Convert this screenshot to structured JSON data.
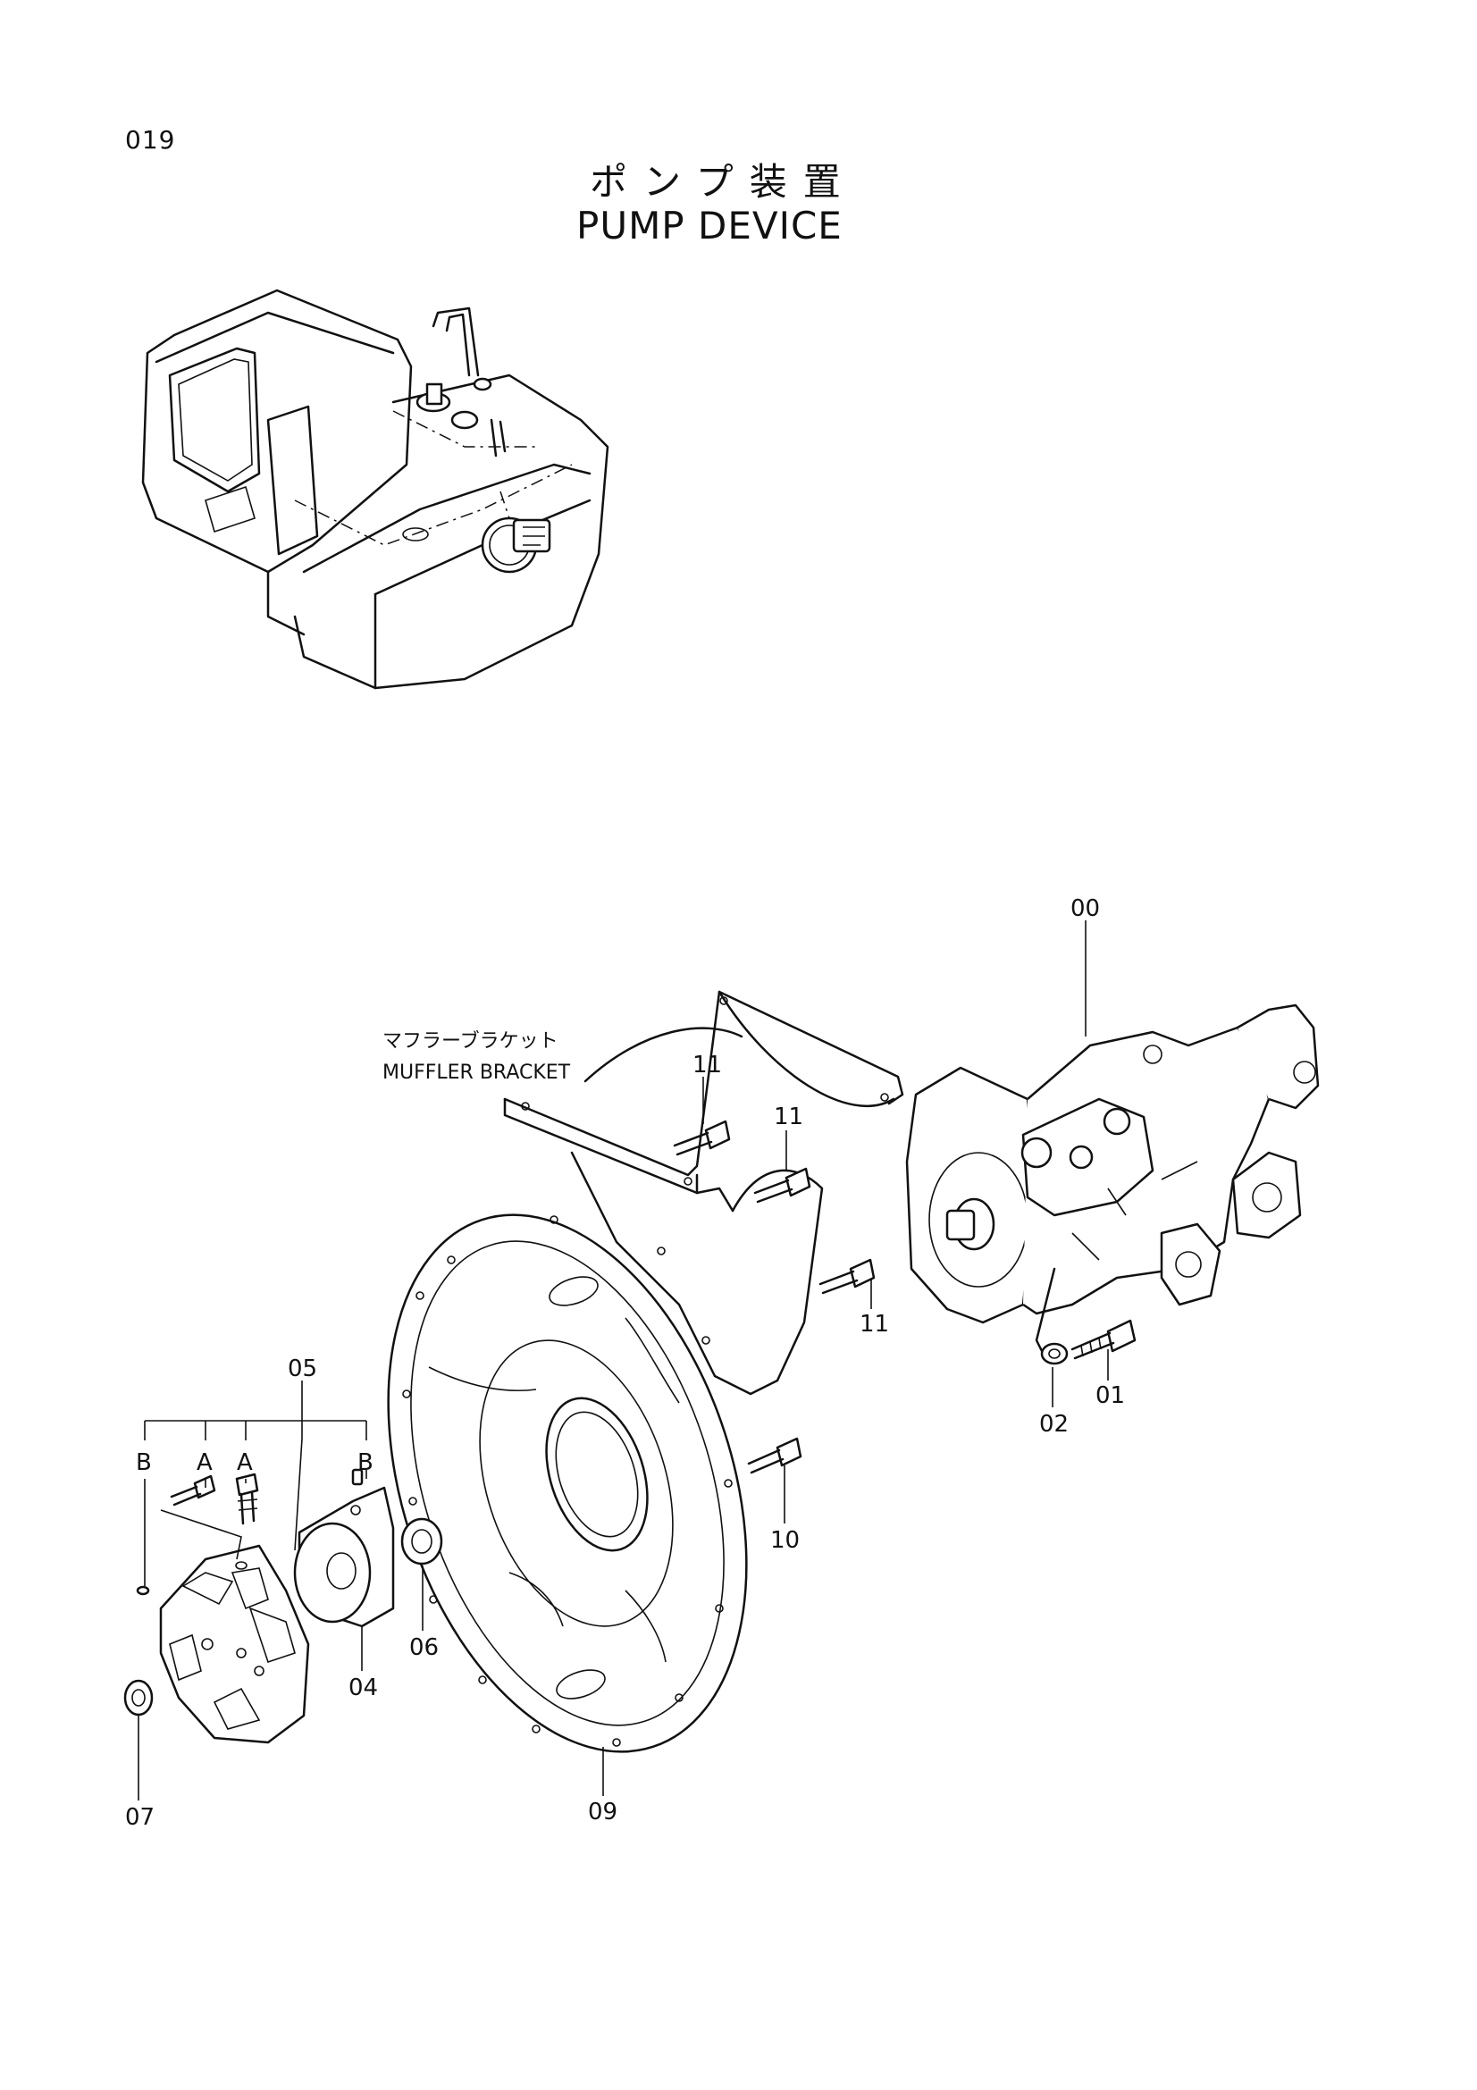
{
  "page_number": "019",
  "title_jp": "ポンプ装置",
  "title_en": "PUMP DEVICE",
  "callouts": {
    "muffler_bracket_jp": "マフラーブラケット",
    "muffler_bracket_en": "MUFFLER  BRACKET",
    "c00": "00",
    "c01": "01",
    "c02": "02",
    "c04": "04",
    "c05": "05",
    "c06": "06",
    "c07": "07",
    "c09": "09",
    "c10": "10",
    "c11a": "11",
    "c11b": "11",
    "c11c": "11",
    "ref_b1": "B",
    "ref_a1": "A",
    "ref_a2": "A",
    "ref_b2": "B"
  }
}
